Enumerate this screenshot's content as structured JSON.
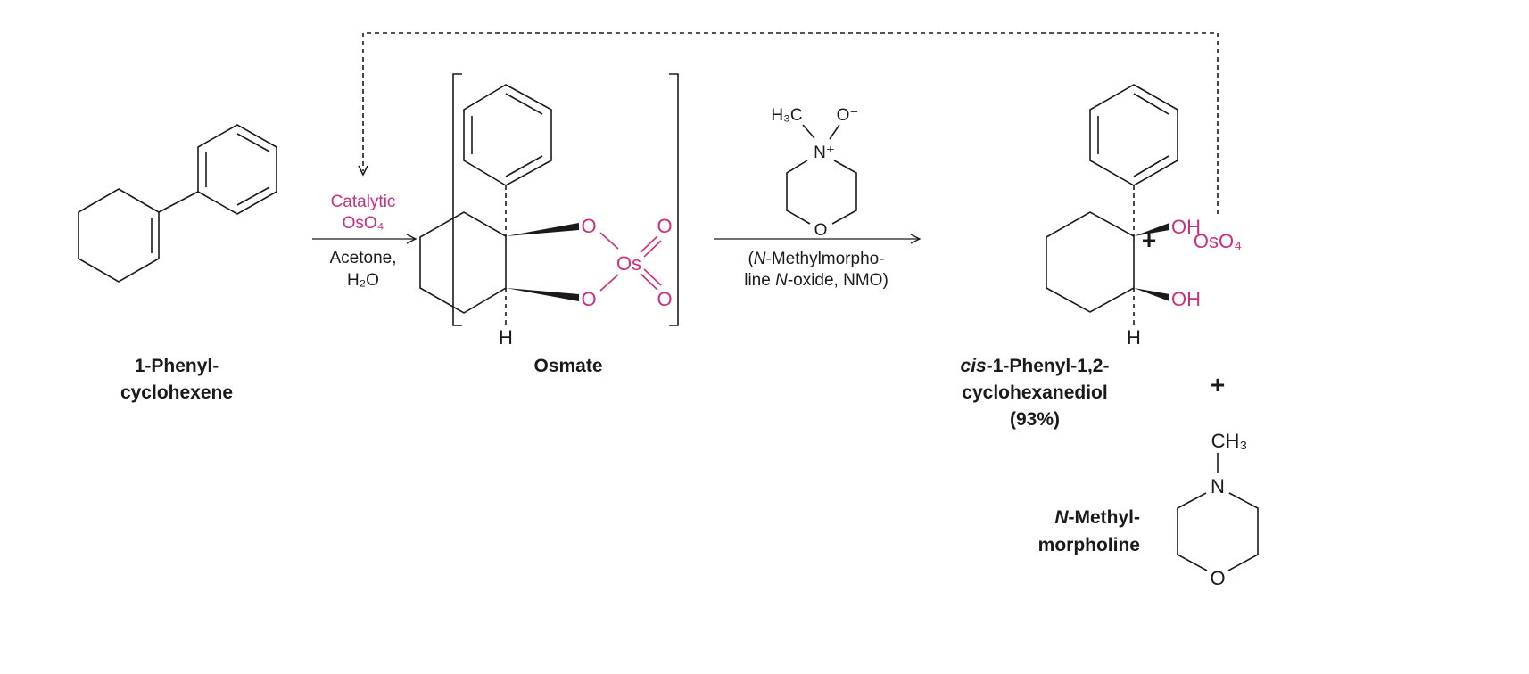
{
  "colors": {
    "reagent": "#cc2f7d",
    "ink": "#1a1a1a"
  },
  "step1": {
    "catalyst_line1": "Catalytic",
    "catalyst_line2": "OsO₄",
    "solvent_line1": "Acetone,",
    "solvent_line2": "H₂O"
  },
  "step2": {
    "reagent_methyl": "H₃C",
    "reagent_oxide": "O⁻",
    "reagent_n": "N⁺",
    "reagent_ring_o": "O",
    "name_line1_prefix": "(",
    "name_line1_italic": "N",
    "name_line1_rest": "-Methylmorpho-",
    "name_line2_a": "line ",
    "name_line2_italic": "N",
    "name_line2_rest": "-oxide, NMO)"
  },
  "reactant": {
    "name_line1": "1-Phenyl-",
    "name_line2": "cyclohexene"
  },
  "intermediate": {
    "name": "Osmate",
    "o_top": "O",
    "o_bottom": "O",
    "os": "Os",
    "o_dbl_top": "O",
    "o_dbl_bottom": "O",
    "h": "H"
  },
  "product": {
    "name_italic": "cis",
    "name_line1_rest": "-1-Phenyl-1,2-",
    "name_line2": "cyclohexanediol",
    "yield": "(93%)",
    "oh_top": "OH",
    "oh_bottom": "OH",
    "h": "H"
  },
  "byproducts": {
    "plus": "+",
    "oso4": "OsO₄",
    "plus2": "+",
    "nmm_methyl": "CH₃",
    "nmm_n": "N",
    "nmm_o": "O",
    "nmm_name_italic": "N",
    "nmm_name_line1_rest": "-Methyl-",
    "nmm_name_line2": "morpholine"
  }
}
